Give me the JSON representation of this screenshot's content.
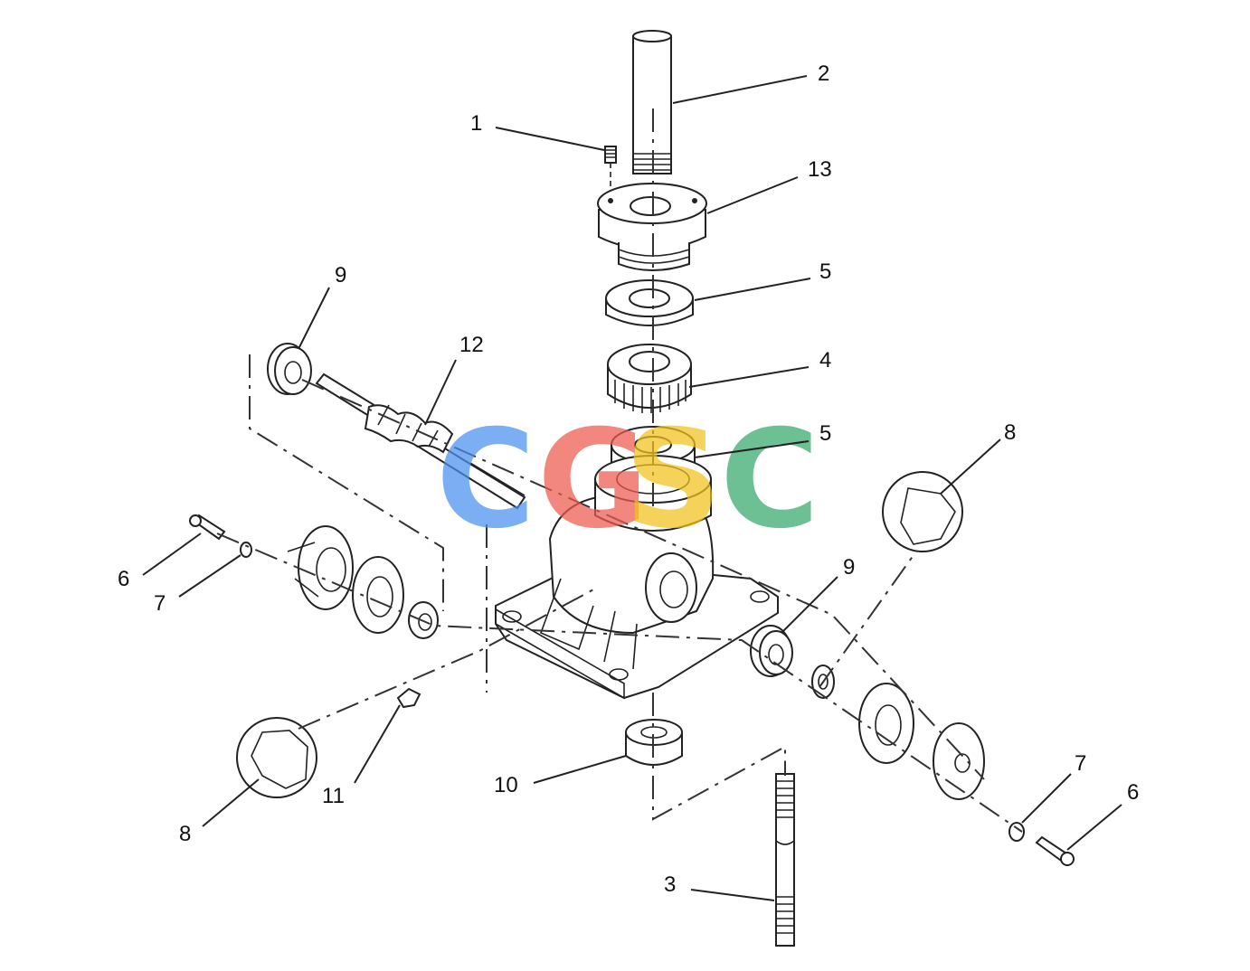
{
  "callouts": [
    {
      "id": "c1",
      "label": "1"
    },
    {
      "id": "c2",
      "label": "2"
    },
    {
      "id": "c13",
      "label": "13"
    },
    {
      "id": "c5a",
      "label": "5"
    },
    {
      "id": "c9a",
      "label": "9"
    },
    {
      "id": "c12",
      "label": "12"
    },
    {
      "id": "c4",
      "label": "4"
    },
    {
      "id": "c5b",
      "label": "5"
    },
    {
      "id": "c8a",
      "label": "8"
    },
    {
      "id": "c6a",
      "label": "6"
    },
    {
      "id": "c7a",
      "label": "7"
    },
    {
      "id": "c9b",
      "label": "9"
    },
    {
      "id": "c11",
      "label": "11"
    },
    {
      "id": "c10",
      "label": "10"
    },
    {
      "id": "c8b",
      "label": "8"
    },
    {
      "id": "c7b",
      "label": "7"
    },
    {
      "id": "c6b",
      "label": "6"
    },
    {
      "id": "c3",
      "label": "3"
    }
  ],
  "watermark": {
    "letters": [
      "C",
      "G",
      "S",
      "C"
    ],
    "colors": [
      "#4a8ff0",
      "#ee5a50",
      "#f2c21b",
      "#35a86a"
    ]
  }
}
